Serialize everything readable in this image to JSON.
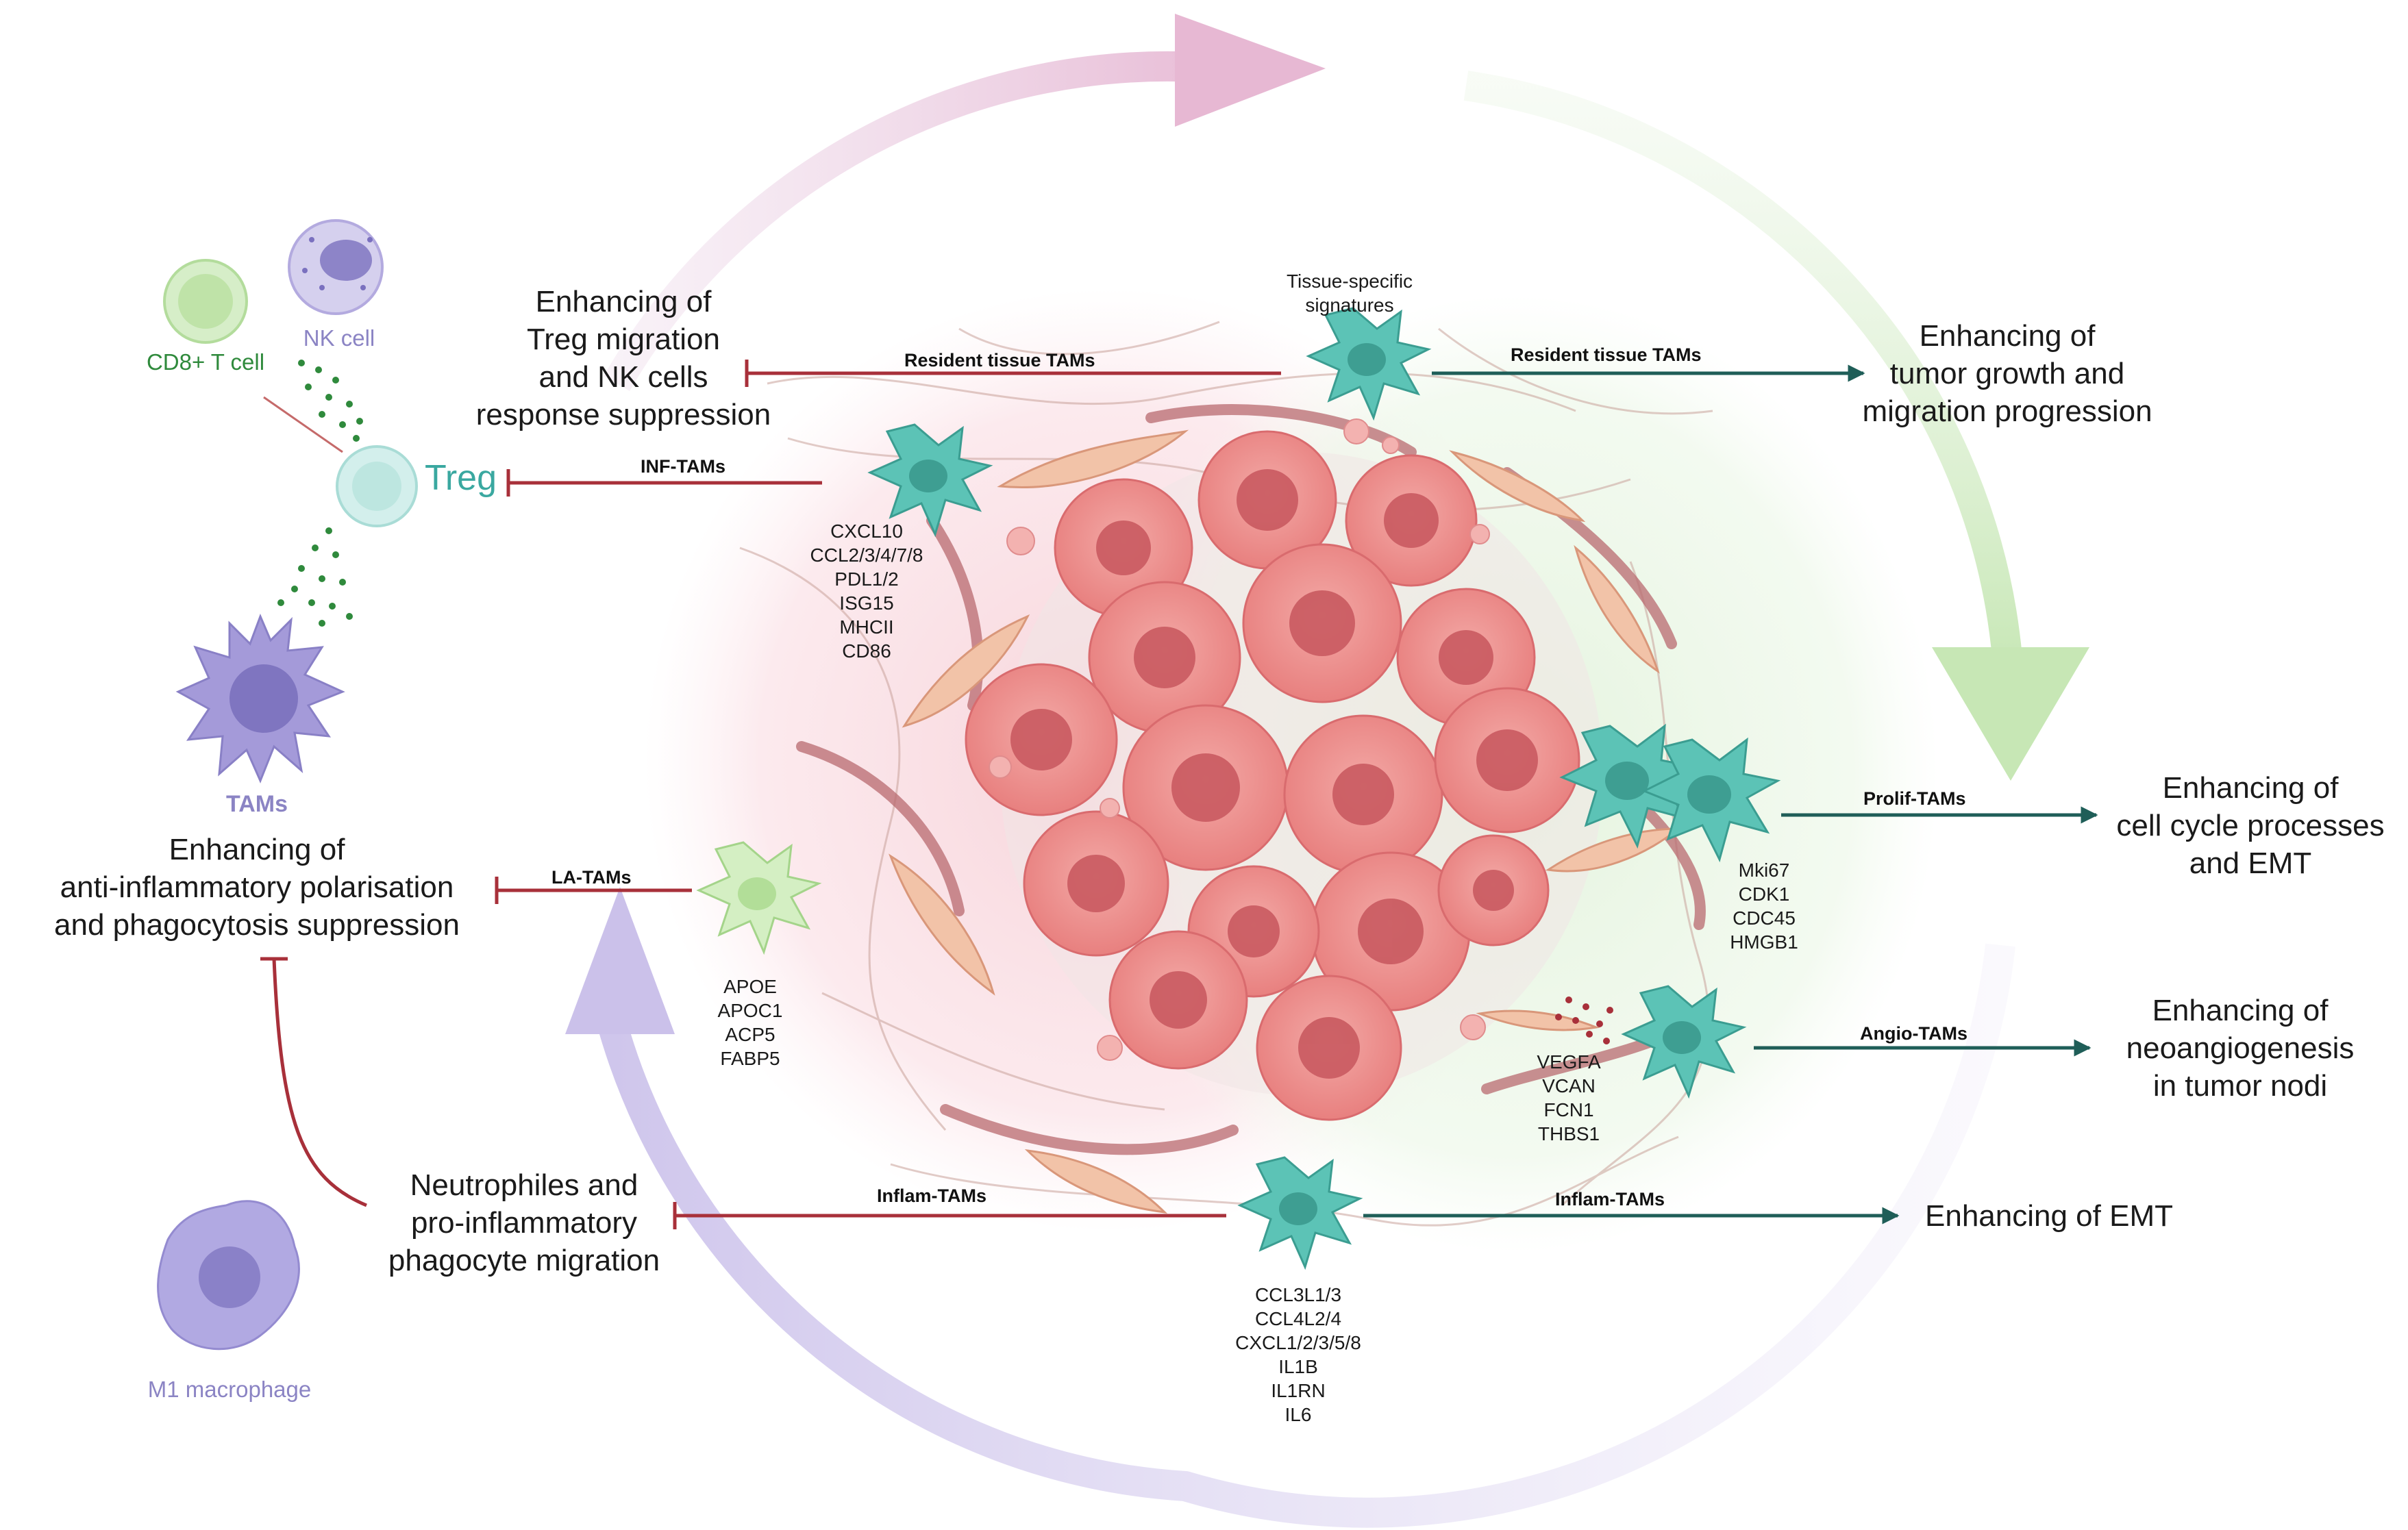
{
  "colors": {
    "inhibit": "#a8303a",
    "promote": "#1f5e58",
    "tam_teal": "#5cc3b6",
    "tam_purple": "#9b92d8",
    "la_green": "#bfe6a8",
    "tumor": "#e88a8a",
    "cd8_green": "#2f8a3c",
    "treg_teal": "#3aa8a0"
  },
  "icons": [
    "macrophage-icon",
    "t-cell-icon",
    "nk-cell-icon",
    "tumor-cell-icon",
    "fibroblast-icon",
    "cytokine-dots-icon"
  ],
  "cells": {
    "cd8": "CD8+ T cell",
    "nk": "NK cell",
    "treg": "Treg",
    "tams": "TAMs",
    "m1": "M1 macrophage"
  },
  "effects": {
    "treg_nk": [
      "Enhancing of",
      "Treg migration",
      "and NK cells",
      "response suppression"
    ],
    "anti_inflammatory": [
      "Enhancing of",
      "anti-inflammatory polarisation",
      "and phagocytosis suppression"
    ],
    "neutrophils": [
      "Neutrophiles and",
      "pro-inflammatory",
      "phagocyte migration"
    ],
    "tumor_growth": [
      "Enhancing of",
      "tumor growth and",
      "migration progression"
    ],
    "cell_cycle": [
      "Enhancing of",
      "cell cycle processes",
      "and EMT"
    ],
    "neoangiogenesis": [
      "Enhancing of",
      "neoangiogenesis",
      "in tumor nodi"
    ],
    "emt": [
      "Enhancing of EMT"
    ]
  },
  "arrows": {
    "resident_left": "Resident tissue TAMs",
    "resident_right": "Resident tissue TAMs",
    "inf": "INF-TAMs",
    "la": "LA-TAMs",
    "inflam_left": "Inflam-TAMs",
    "inflam_right": "Inflam-TAMs",
    "prolif": "Prolif-TAMs",
    "angio": "Angio-TAMs"
  },
  "signatures": {
    "tissue": [
      "Tissue-specific",
      "signatures"
    ],
    "inf": [
      "CXCL10",
      "CCL2/3/4/7/8",
      "PDL1/2",
      "ISG15",
      "MHCII",
      "CD86"
    ],
    "la": [
      "APOE",
      "APOC1",
      "ACP5",
      "FABP5"
    ],
    "prolif": [
      "Mki67",
      "CDK1",
      "CDC45",
      "HMGB1"
    ],
    "angio": [
      "VEGFA",
      "VCAN",
      "FCN1",
      "THBS1"
    ],
    "inflam": [
      "CCL3L1/3",
      "CCL4L2/4",
      "CXCL1/2/3/5/8",
      "IL1B",
      "IL1RN",
      "IL6"
    ]
  }
}
